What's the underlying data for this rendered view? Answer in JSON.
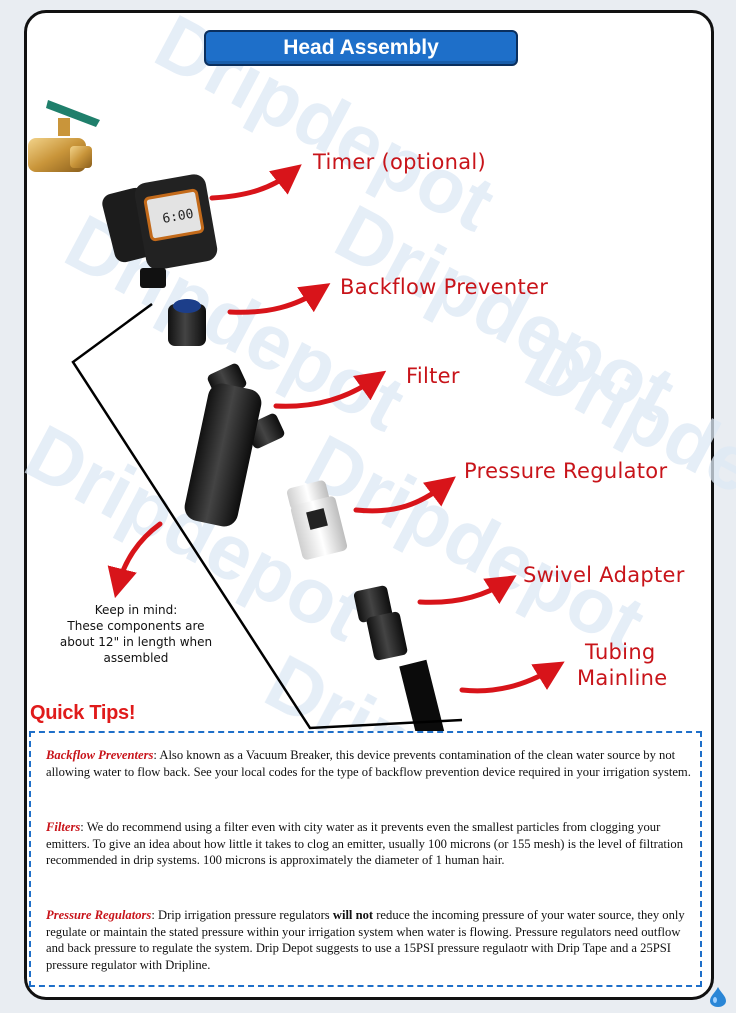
{
  "title": "Head Assembly",
  "watermark_text": "Dripdepot",
  "labels": {
    "timer": "Timer (optional)",
    "backflow": "Backflow Preventer",
    "filter": "Filter",
    "pressure": "Pressure Regulator",
    "swivel": "Swivel Adapter",
    "tubing_line1": "Tubing",
    "tubing_line2": "Mainline"
  },
  "timer_display": "6:00",
  "note": {
    "line1": "Keep in mind:",
    "line2": "These components are",
    "line3": "about 12\" in length when",
    "line4": "assembled"
  },
  "quick_tips": {
    "heading": "Quick Tips!",
    "backflow_term": "Backflow Preventers",
    "backflow_text": ": Also known as a Vacuum Breaker, this device prevents contamination of the clean water source by not allowing water to flow back. See your local codes for the type of backflow prevention device required in your irrigation system.",
    "filters_term": "Filters",
    "filters_text": ": We do recommend using a filter even with city water as it prevents even the smallest particles from clogging your emitters. To give an idea about how little it takes to clog an emitter, usually 100 microns (or 155 mesh) is the level of filtration recommended in drip systems. 100 microns is approximately the diameter of 1 human hair.",
    "pressure_term": "Pressure Regulators",
    "pressure_text_a": ": Drip irrigation pressure regulators ",
    "pressure_strong": "will not",
    "pressure_text_b": " reduce the incoming pressure of your water source, they only regulate or maintain the stated pressure within your irrigation system when water is flowing. Pressure regulators need outflow and back pressure to regulate the system. Drip Depot suggests to use a 15PSI pressure regulaotr with Drip Tape and a 25PSI pressure regulator with Dripline."
  },
  "colors": {
    "accent_blue": "#1e6fc9",
    "arrow_red": "#d8141a",
    "tip_red": "#e01b1b"
  }
}
